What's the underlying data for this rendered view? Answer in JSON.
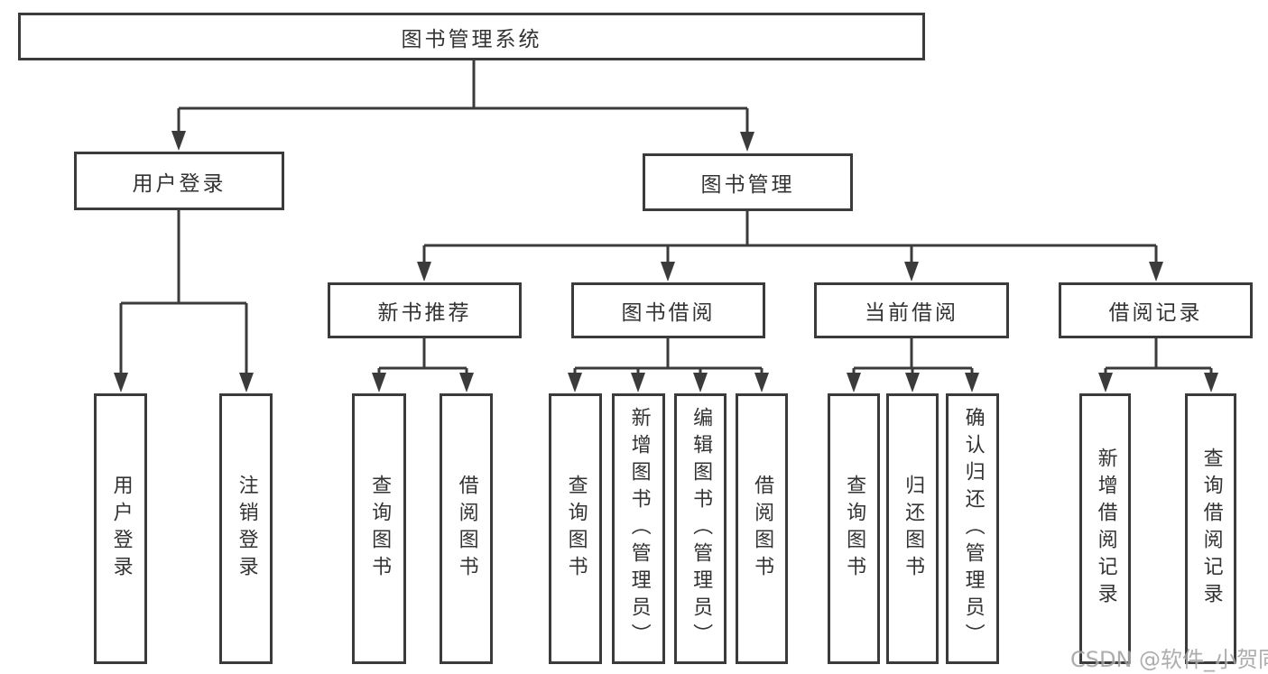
{
  "diagram": {
    "root": {
      "label": "图书管理系统",
      "children": [
        {
          "label": "用户登录",
          "children": [
            {
              "label": "用户登录"
            },
            {
              "label": "注销登录"
            }
          ]
        },
        {
          "label": "图书管理",
          "children": [
            {
              "label": "新书推荐",
              "children": [
                {
                  "label": "查询图书"
                },
                {
                  "label": "借阅图书"
                }
              ]
            },
            {
              "label": "图书借阅",
              "children": [
                {
                  "label": "查询图书"
                },
                {
                  "label": "新增图书（管理员）"
                },
                {
                  "label": "编辑图书（管理员）"
                },
                {
                  "label": "借阅图书"
                }
              ]
            },
            {
              "label": "当前借阅",
              "children": [
                {
                  "label": "查询图书"
                },
                {
                  "label": "归还图书"
                },
                {
                  "label": "确认归还（管理员）"
                }
              ]
            },
            {
              "label": "借阅记录",
              "children": [
                {
                  "label": "新增借阅记录"
                },
                {
                  "label": "查询借阅记录"
                }
              ]
            }
          ]
        }
      ]
    }
  },
  "watermark": {
    "text": "CSDN @软件_小贺同学"
  },
  "colors": {
    "line": "#3b3b3b",
    "box_border": "#3b3b3b",
    "text": "#333333",
    "background": "#ffffff",
    "watermark": "#9f9f9f"
  }
}
